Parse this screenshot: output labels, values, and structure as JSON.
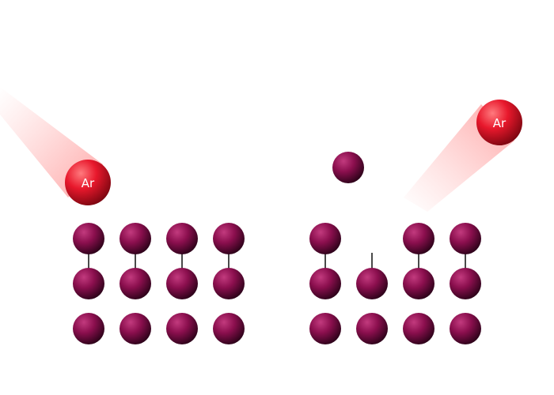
{
  "colors": {
    "background": "#ffffff",
    "ion": "#e0142a",
    "ion_highlight": "#ff6b70",
    "ion_shadow": "#7a0610",
    "atom": "#8b0f4e",
    "atom_highlight": "#c03a7c",
    "atom_shadow": "#2a0218",
    "bond": "#4a4a4a",
    "trail": "#ff8080"
  },
  "panels": [
    {
      "name": "before-impact",
      "ion": {
        "label": "Ar"
      },
      "lattice": {
        "rows": 3,
        "cols": 4,
        "present": [
          [
            1,
            1,
            1,
            1
          ],
          [
            1,
            1,
            1,
            1
          ],
          [
            1,
            1,
            1,
            1
          ]
        ],
        "vertical_bonds_row1_to_row2": [
          1,
          1,
          1,
          1
        ],
        "dangling_bonds_row2": [
          0,
          0,
          0,
          0
        ]
      },
      "ejected_atoms": 0
    },
    {
      "name": "after-impact",
      "ion": {
        "label": "Ar"
      },
      "lattice": {
        "rows": 3,
        "cols": 4,
        "present": [
          [
            1,
            0,
            1,
            1
          ],
          [
            1,
            1,
            1,
            1
          ],
          [
            1,
            1,
            1,
            1
          ]
        ],
        "vertical_bonds_row1_to_row2": [
          1,
          0,
          1,
          1
        ],
        "dangling_bonds_row2": [
          0,
          1,
          0,
          0
        ]
      },
      "ejected_atoms": 1
    }
  ]
}
